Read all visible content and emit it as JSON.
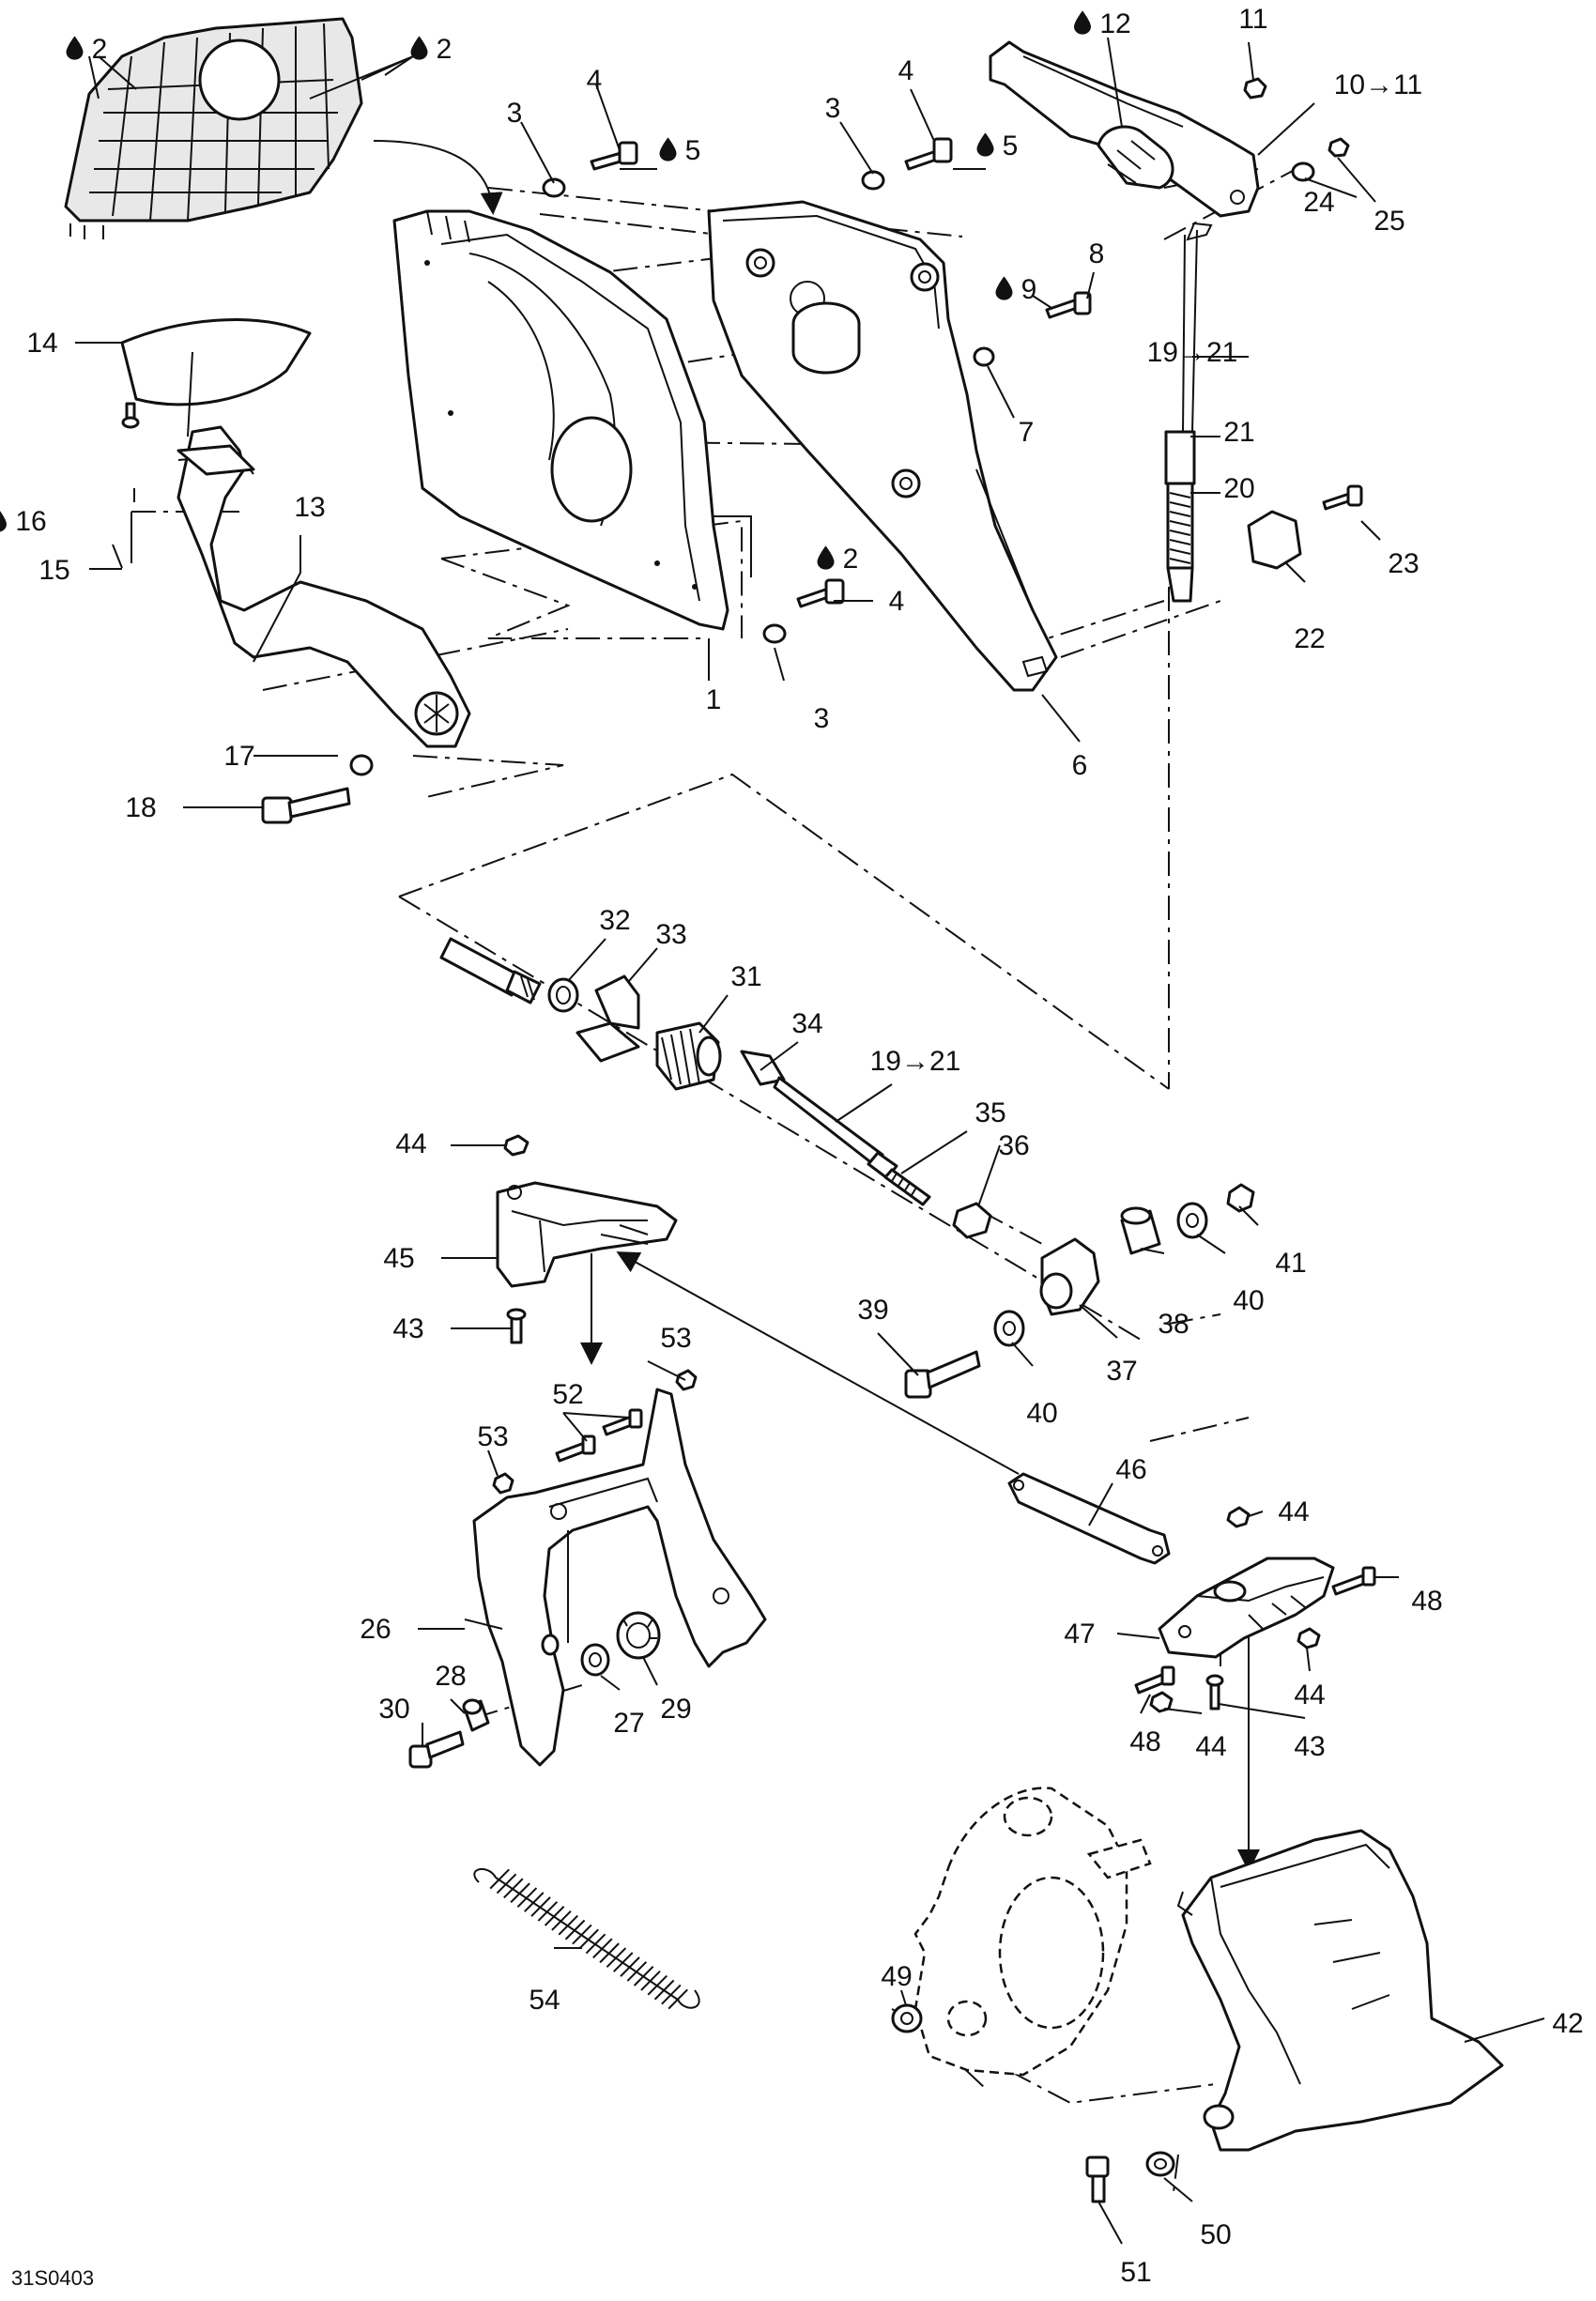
{
  "figure_code": "31S0403",
  "callouts": [
    {
      "id": "c2a",
      "text": "2",
      "drop": true
    },
    {
      "id": "c2b",
      "text": "2",
      "drop": true
    },
    {
      "id": "c4a",
      "text": "4"
    },
    {
      "id": "c3a",
      "text": "3"
    },
    {
      "id": "c5a",
      "text": "5",
      "drop": true
    },
    {
      "id": "c4b",
      "text": "4"
    },
    {
      "id": "c3b",
      "text": "3"
    },
    {
      "id": "c5b",
      "text": "5",
      "drop": true
    },
    {
      "id": "c12",
      "text": "12",
      "drop": true
    },
    {
      "id": "c11",
      "text": "11"
    },
    {
      "id": "c10",
      "text": "10→11"
    },
    {
      "id": "c24",
      "text": "24"
    },
    {
      "id": "c25",
      "text": "25"
    },
    {
      "id": "c14",
      "text": "14"
    },
    {
      "id": "c8",
      "text": "8"
    },
    {
      "id": "c9",
      "text": "9",
      "drop": true
    },
    {
      "id": "c19a",
      "text": "19→21"
    },
    {
      "id": "c7",
      "text": "7"
    },
    {
      "id": "c21",
      "text": "21"
    },
    {
      "id": "c20",
      "text": "20"
    },
    {
      "id": "c13",
      "text": "13"
    },
    {
      "id": "c16",
      "text": "16",
      "drop": true
    },
    {
      "id": "c15",
      "text": "15"
    },
    {
      "id": "c23",
      "text": "23"
    },
    {
      "id": "c2c",
      "text": "2",
      "drop": true
    },
    {
      "id": "c4c",
      "text": "4"
    },
    {
      "id": "c22",
      "text": "22"
    },
    {
      "id": "c1",
      "text": "1"
    },
    {
      "id": "c3c",
      "text": "3"
    },
    {
      "id": "c17",
      "text": "17"
    },
    {
      "id": "c6",
      "text": "6"
    },
    {
      "id": "c18",
      "text": "18"
    },
    {
      "id": "c32",
      "text": "32"
    },
    {
      "id": "c33",
      "text": "33"
    },
    {
      "id": "c31",
      "text": "31"
    },
    {
      "id": "c34",
      "text": "34"
    },
    {
      "id": "c19b",
      "text": "19→21"
    },
    {
      "id": "c35",
      "text": "35"
    },
    {
      "id": "c44a",
      "text": "44"
    },
    {
      "id": "c36",
      "text": "36"
    },
    {
      "id": "c41",
      "text": "41"
    },
    {
      "id": "c45",
      "text": "45"
    },
    {
      "id": "c38",
      "text": "38"
    },
    {
      "id": "c40a",
      "text": "40"
    },
    {
      "id": "c39",
      "text": "39"
    },
    {
      "id": "c43a",
      "text": "43"
    },
    {
      "id": "c37",
      "text": "37"
    },
    {
      "id": "c53a",
      "text": "53"
    },
    {
      "id": "c40b",
      "text": "40"
    },
    {
      "id": "c52",
      "text": "52"
    },
    {
      "id": "c53b",
      "text": "53"
    },
    {
      "id": "c46",
      "text": "46"
    },
    {
      "id": "c44b",
      "text": "44"
    },
    {
      "id": "c48a",
      "text": "48"
    },
    {
      "id": "c26",
      "text": "26"
    },
    {
      "id": "c47",
      "text": "47"
    },
    {
      "id": "c28",
      "text": "28"
    },
    {
      "id": "c29",
      "text": "29"
    },
    {
      "id": "c44c",
      "text": "44"
    },
    {
      "id": "c30",
      "text": "30"
    },
    {
      "id": "c27",
      "text": "27"
    },
    {
      "id": "c48b",
      "text": "48"
    },
    {
      "id": "c44d",
      "text": "44"
    },
    {
      "id": "c43b",
      "text": "43"
    },
    {
      "id": "c49",
      "text": "49"
    },
    {
      "id": "c42",
      "text": "42"
    },
    {
      "id": "c54",
      "text": "54"
    },
    {
      "id": "c50",
      "text": "50"
    },
    {
      "id": "c51",
      "text": "51"
    }
  ]
}
